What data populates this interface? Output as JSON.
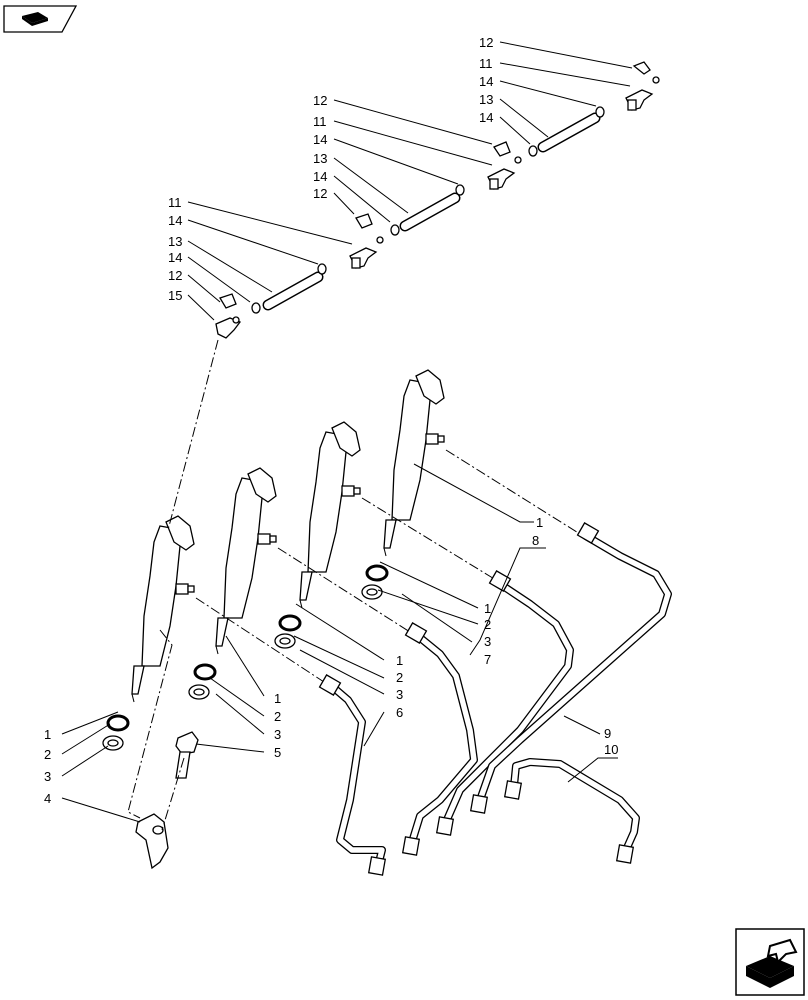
{
  "callouts": [
    {
      "id": "c-12a",
      "text": "12"
    },
    {
      "id": "c-11a",
      "text": "11"
    },
    {
      "id": "c-14a",
      "text": "14"
    },
    {
      "id": "c-13a",
      "text": "13"
    },
    {
      "id": "c-14b",
      "text": "14"
    },
    {
      "id": "c-12b",
      "text": "12"
    },
    {
      "id": "c-11b",
      "text": "11"
    },
    {
      "id": "c-14c",
      "text": "14"
    },
    {
      "id": "c-13b",
      "text": "13"
    },
    {
      "id": "c-14d",
      "text": "14"
    },
    {
      "id": "c-12c",
      "text": "12"
    },
    {
      "id": "c-11c",
      "text": "11"
    },
    {
      "id": "c-14e",
      "text": "14"
    },
    {
      "id": "c-13c",
      "text": "13"
    },
    {
      "id": "c-14f",
      "text": "14"
    },
    {
      "id": "c-12d",
      "text": "12"
    },
    {
      "id": "c-15",
      "text": "15"
    },
    {
      "id": "c-1a",
      "text": "1"
    },
    {
      "id": "c-8",
      "text": "8"
    },
    {
      "id": "c-1b",
      "text": "1"
    },
    {
      "id": "c-2b",
      "text": "2"
    },
    {
      "id": "c-3b",
      "text": "3"
    },
    {
      "id": "c-7",
      "text": "7"
    },
    {
      "id": "c-1c",
      "text": "1"
    },
    {
      "id": "c-2c",
      "text": "2"
    },
    {
      "id": "c-3c",
      "text": "3"
    },
    {
      "id": "c-6",
      "text": "6"
    },
    {
      "id": "c-1d",
      "text": "1"
    },
    {
      "id": "c-2d",
      "text": "2"
    },
    {
      "id": "c-3d",
      "text": "3"
    },
    {
      "id": "c-5",
      "text": "5"
    },
    {
      "id": "c-1e",
      "text": "1"
    },
    {
      "id": "c-2e",
      "text": "2"
    },
    {
      "id": "c-3e",
      "text": "3"
    },
    {
      "id": "c-4",
      "text": "4"
    },
    {
      "id": "c-9",
      "text": "9"
    },
    {
      "id": "c-10",
      "text": "10"
    }
  ],
  "icons": {
    "top_left": "view-direction-icon",
    "bottom_right": "next-page-arrow-icon"
  }
}
